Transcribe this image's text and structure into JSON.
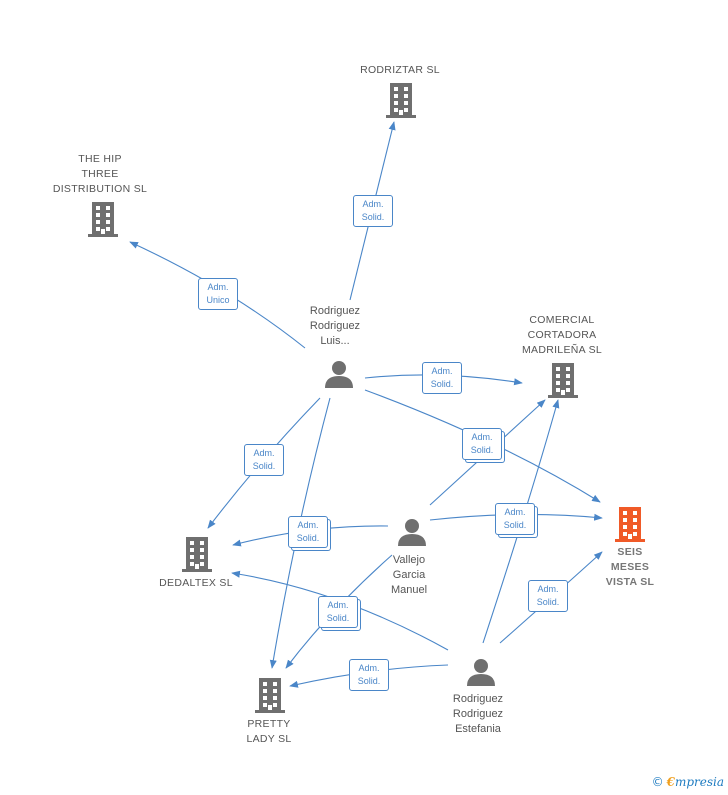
{
  "colors": {
    "edge": "#4a86c8",
    "building": "#6f6f6f",
    "highlight": "#f05a28",
    "person": "#6f6f6f"
  },
  "companies": {
    "rodriztar": {
      "lines": [
        "RODRIZTAR SL"
      ],
      "icon": "building-icon"
    },
    "thehip": {
      "lines": [
        "THE HIP",
        "THREE",
        "DISTRIBUTION SL"
      ],
      "icon": "building-icon"
    },
    "comercial": {
      "lines": [
        "COMERCIAL",
        "CORTADORA",
        "MADRILEÑA SL"
      ],
      "icon": "building-icon"
    },
    "seis": {
      "lines": [
        "SEIS",
        "MESES",
        "VISTA SL"
      ],
      "icon": "building-icon",
      "highlight": true
    },
    "dedaltex": {
      "lines": [
        "DEDALTEX SL"
      ],
      "icon": "building-icon"
    },
    "pretty": {
      "lines": [
        "PRETTY",
        "LADY SL"
      ],
      "icon": "building-icon"
    }
  },
  "people": {
    "luis": {
      "lines": [
        "Rodriguez",
        "Rodriguez",
        "Luis..."
      ],
      "icon": "person-icon"
    },
    "vallejo": {
      "lines": [
        "Vallejo",
        "Garcia",
        "Manuel"
      ],
      "icon": "person-icon"
    },
    "estefania": {
      "lines": [
        "Rodriguez",
        "Rodriguez",
        "Estefania"
      ],
      "icon": "person-icon"
    }
  },
  "edge_labels": {
    "adm_unico": [
      "Adm.",
      "Unico"
    ],
    "adm_solid": [
      "Adm.",
      "Solid."
    ]
  },
  "brand": {
    "copyright": "©",
    "e": "€",
    "name": "mpresia"
  }
}
